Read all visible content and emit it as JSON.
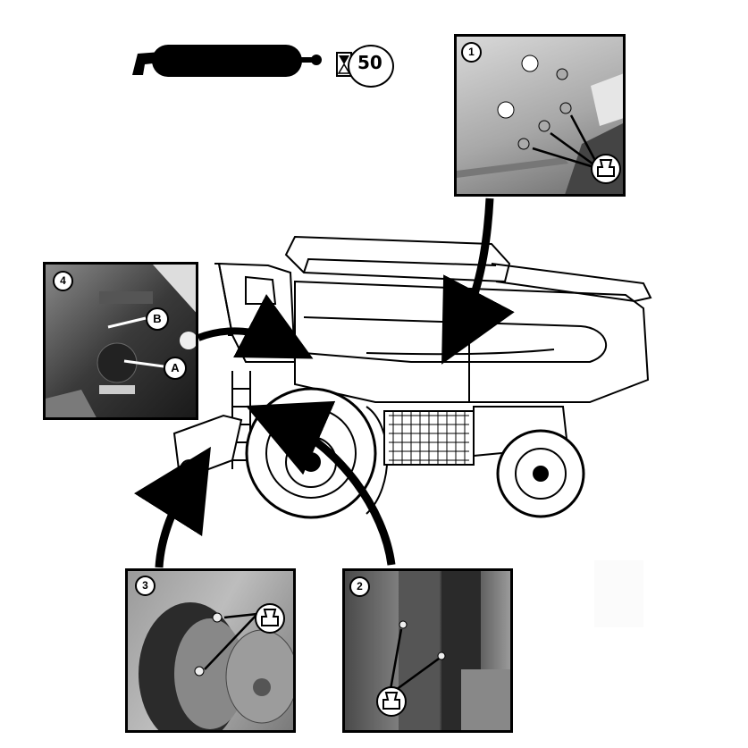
{
  "lubricant_symbol": {
    "icon": "grease-gun-icon",
    "interval_icon": "hourglass-icon",
    "interval_hours": "50"
  },
  "views": [
    {
      "number": "1",
      "callouts": [],
      "fitting_icon": "grease-fitting-icon"
    },
    {
      "number": "2",
      "callouts": [],
      "fitting_icon": "grease-fitting-icon"
    },
    {
      "number": "3",
      "callouts": [],
      "fitting_icon": "grease-fitting-icon"
    },
    {
      "number": "4",
      "callouts": [
        "A",
        "B"
      ],
      "fitting_icon": ""
    }
  ]
}
